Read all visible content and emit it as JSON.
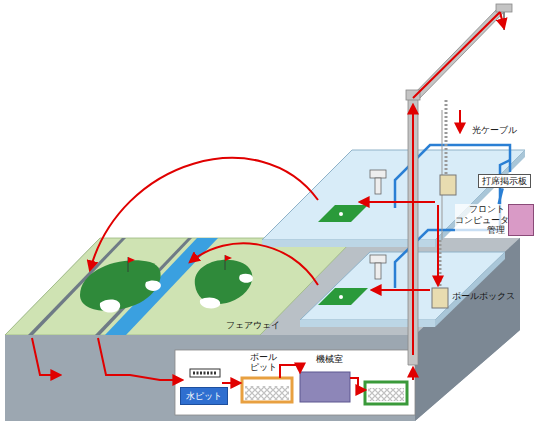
{
  "diagram": {
    "nodes": [
      {
        "text": [
          "打席掲示板"
        ]
      },
      {
        "text": [
          "フロント コンピュータ 管理"
        ]
      },
      {
        "text": [
          "水ピット"
        ]
      }
    ],
    "edges": [
      {
        "from": 0,
        "to": 1,
        "arrow": "none"
      }
    ],
    "labels": [
      "光ケーブル",
      "ボールボックス",
      "フェアウェイ",
      "ボール ピット",
      "機械室"
    ]
  }
}
